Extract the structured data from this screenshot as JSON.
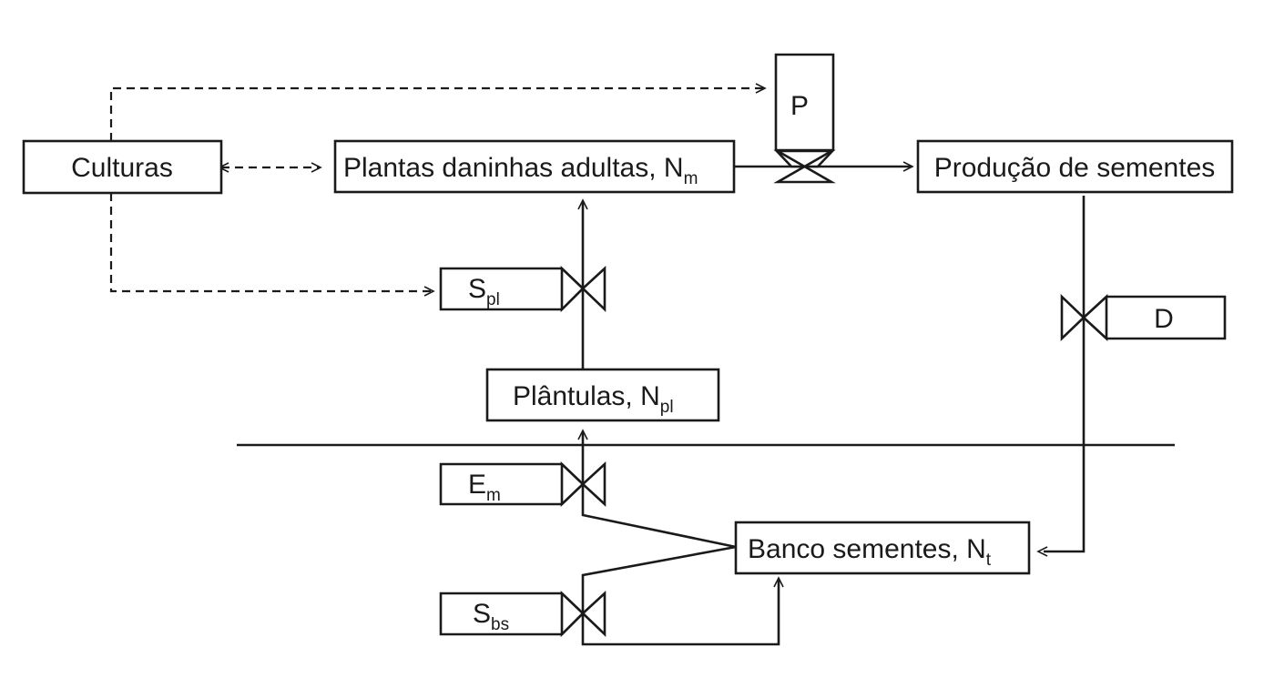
{
  "nodes": {
    "culturas": "Culturas",
    "plantas": {
      "text": "Plantas daninhas adultas, N",
      "sub": "m"
    },
    "producao": "Produção de sementes",
    "plantulas": {
      "text": "Plântulas, N",
      "sub": "pl"
    },
    "banco": {
      "text": "Banco sementes, N",
      "sub": "t"
    }
  },
  "parameters": {
    "p": "P",
    "d": "D",
    "s_pl": {
      "text": "S",
      "sub": "pl"
    },
    "e_m": {
      "text": "E",
      "sub": "m"
    },
    "s_bs": {
      "text": "S",
      "sub": "bs"
    }
  }
}
